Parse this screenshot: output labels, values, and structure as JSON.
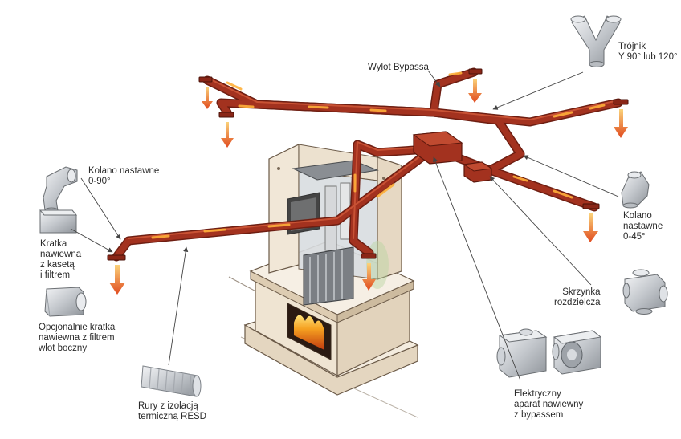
{
  "labels": {
    "wylot_bypassa": "Wylot Bypassa",
    "trojnik": "Trójnik\nY 90° lub 120°",
    "kolano_nastawne_90": "Kolano nastawne\n0-90°",
    "kolano_nastawne_45": "Kolano\nnastawne\n0-45°",
    "kratka_nawiewna": "Kratka\nnawiewna\nz kasetą\ni filtrem",
    "skrzynka": "Skrzynka\nrozdzielcza",
    "opcjonalnie": "Opcjonalnie kratka\nnawiewna z filtrem\nwlot boczny",
    "rury": "Rury z izolacją\ntermiczną RESD",
    "elektryczny": "Elektryczny\naparat nawiewny\nz bypassem"
  },
  "colors": {
    "duct": "#8e2a1c",
    "duct_highlight": "#c2452c",
    "glow": "#ff9a2a",
    "arrow": "#e04a1e",
    "leader": "#555555",
    "stove_body": "#efe6d8",
    "stove_line": "#6b5a48",
    "fire": "#e8901e",
    "metal": "#c9cdd2"
  },
  "icons": [
    "trojnik-y-icon",
    "elbow-90-icon",
    "elbow-45-icon",
    "grille-cassette-icon",
    "grille-side-icon",
    "distribution-box-icon",
    "insulated-pipe-icon",
    "electric-fan-unit-icon",
    "stove-icon"
  ]
}
